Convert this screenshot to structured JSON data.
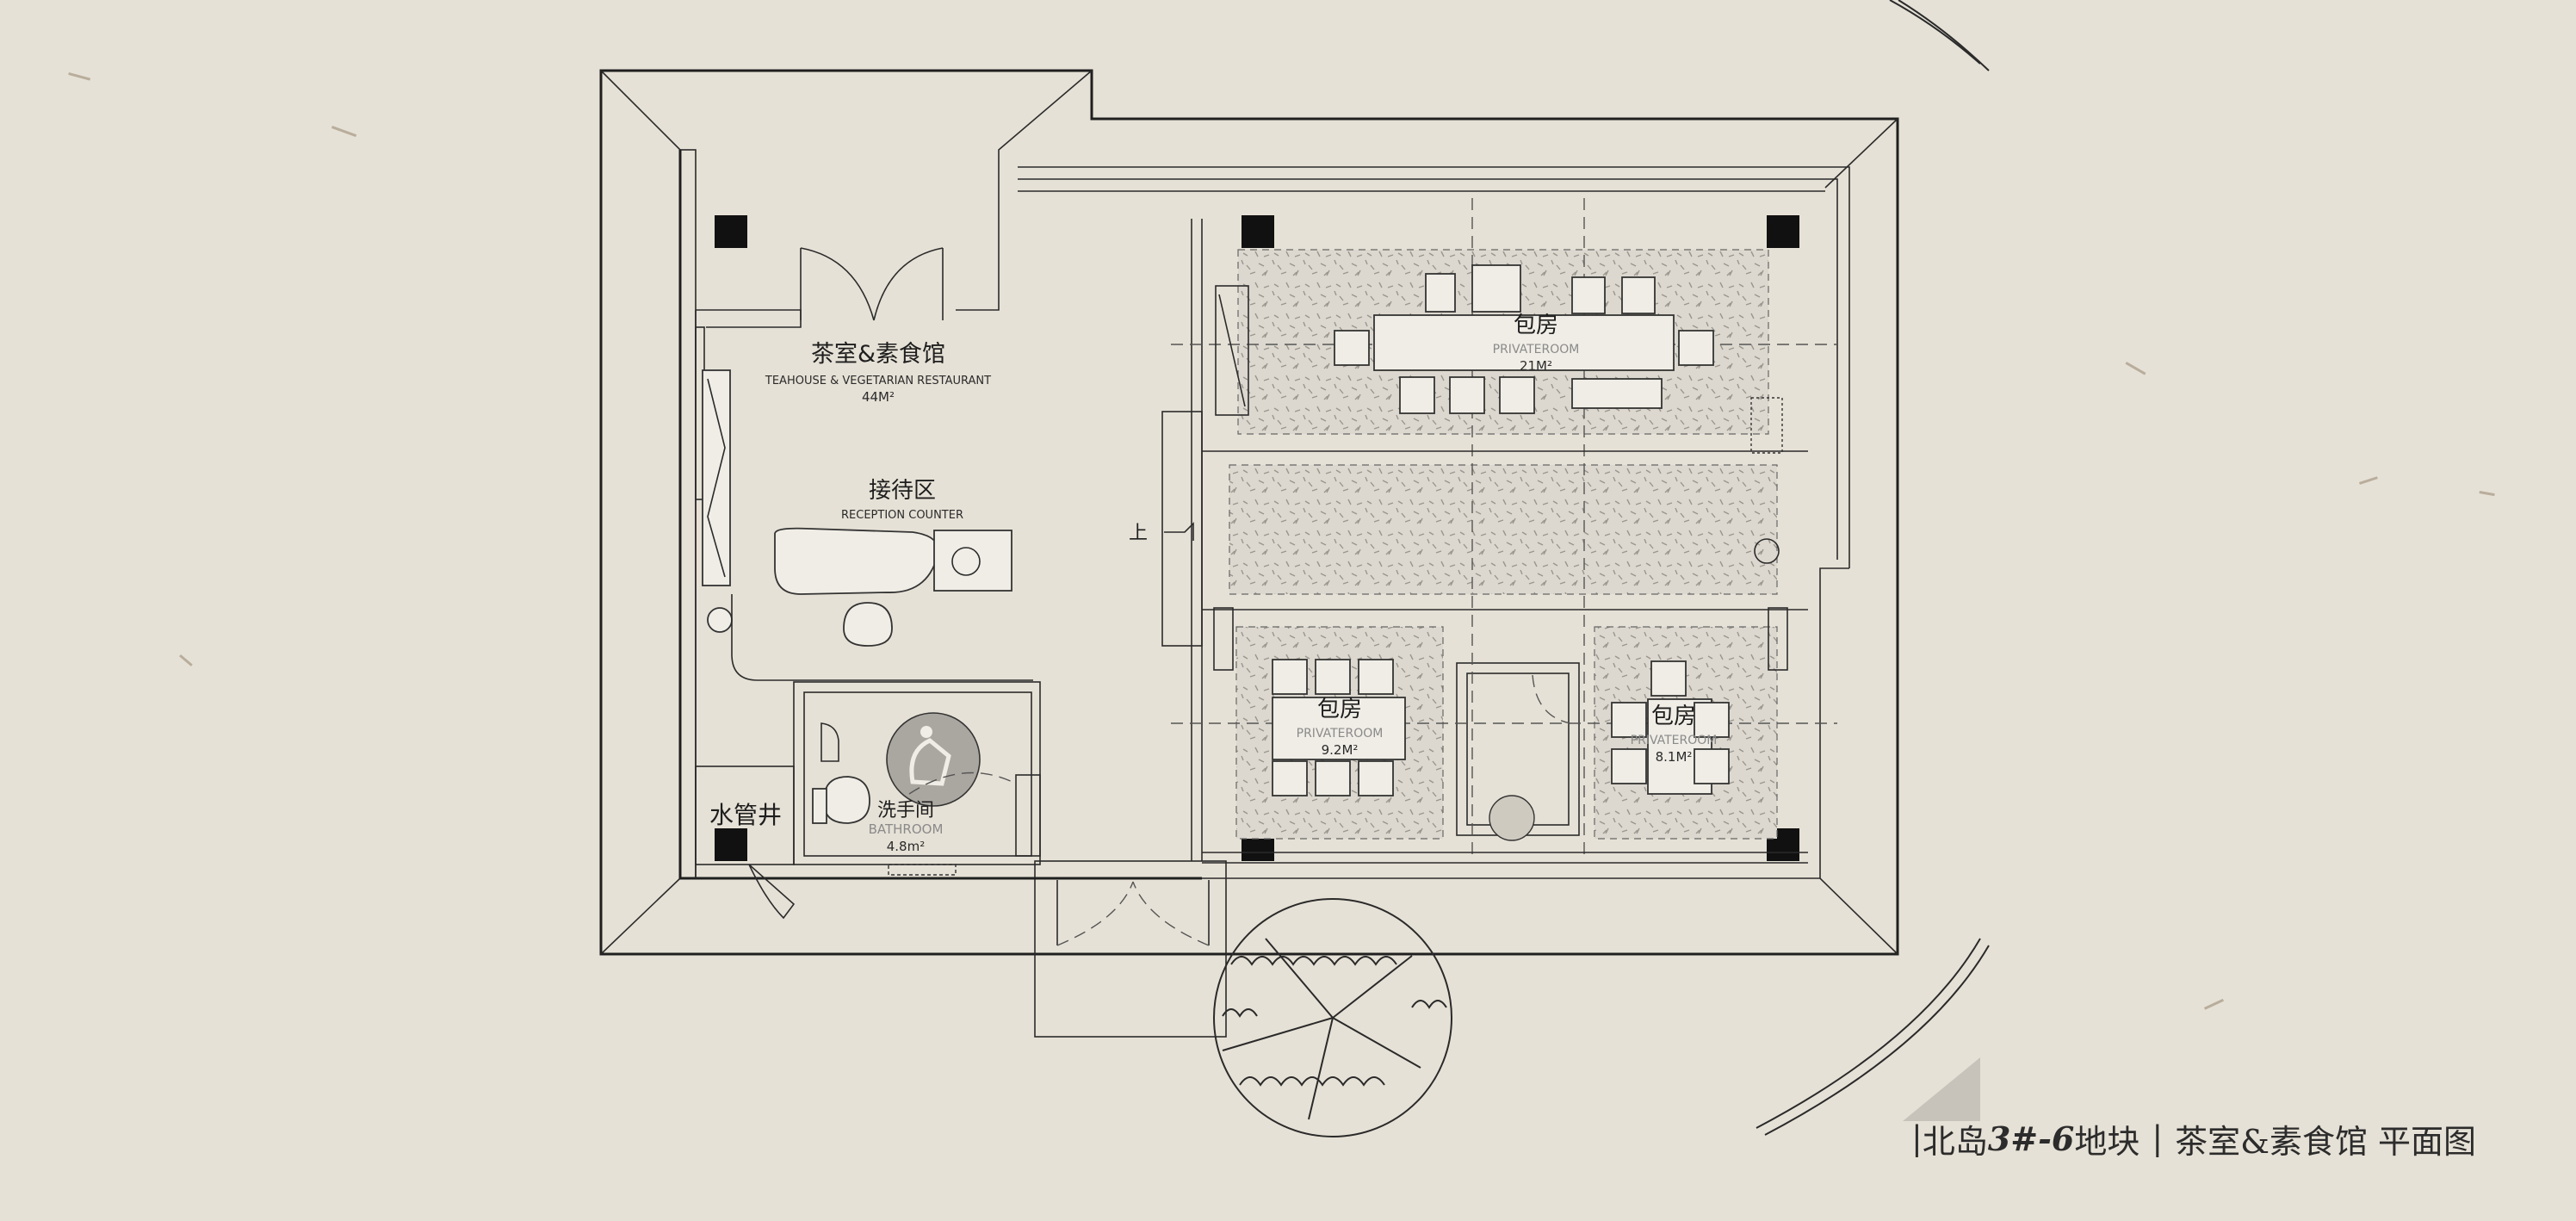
{
  "labels": {
    "teahouse": {
      "cn": "茶室&素食馆",
      "en": "TEAHOUSE & VEGETARIAN RESTAURANT",
      "area": "44M²"
    },
    "reception": {
      "cn": "接待区",
      "en": "RECEPTION COUNTER"
    },
    "private_room_large": {
      "cn": "包房",
      "en": "PRIVATEROOM",
      "area": "21M²"
    },
    "private_room_left": {
      "cn": "包房",
      "en": "PRIVATEROOM",
      "area": "9.2M²"
    },
    "private_room_right": {
      "cn": "包房",
      "en": "PRIVATEROOM",
      "area": "8.1M²"
    },
    "bathroom": {
      "cn": "洗手间",
      "en": "BATHROOM",
      "area": "4.8m²"
    },
    "water_shaft": {
      "cn": "水管井"
    },
    "stair_up": {
      "cn": "上"
    }
  },
  "title": {
    "bar": "|",
    "place": "北岛",
    "code": "3#-6",
    "block": "地块",
    "sep": "|",
    "name": "茶室&素食馆 平面图"
  },
  "colors": {
    "paper": "#e6e1d6",
    "ink": "#1f1f1f",
    "grey_label": "#8a8a8a"
  }
}
